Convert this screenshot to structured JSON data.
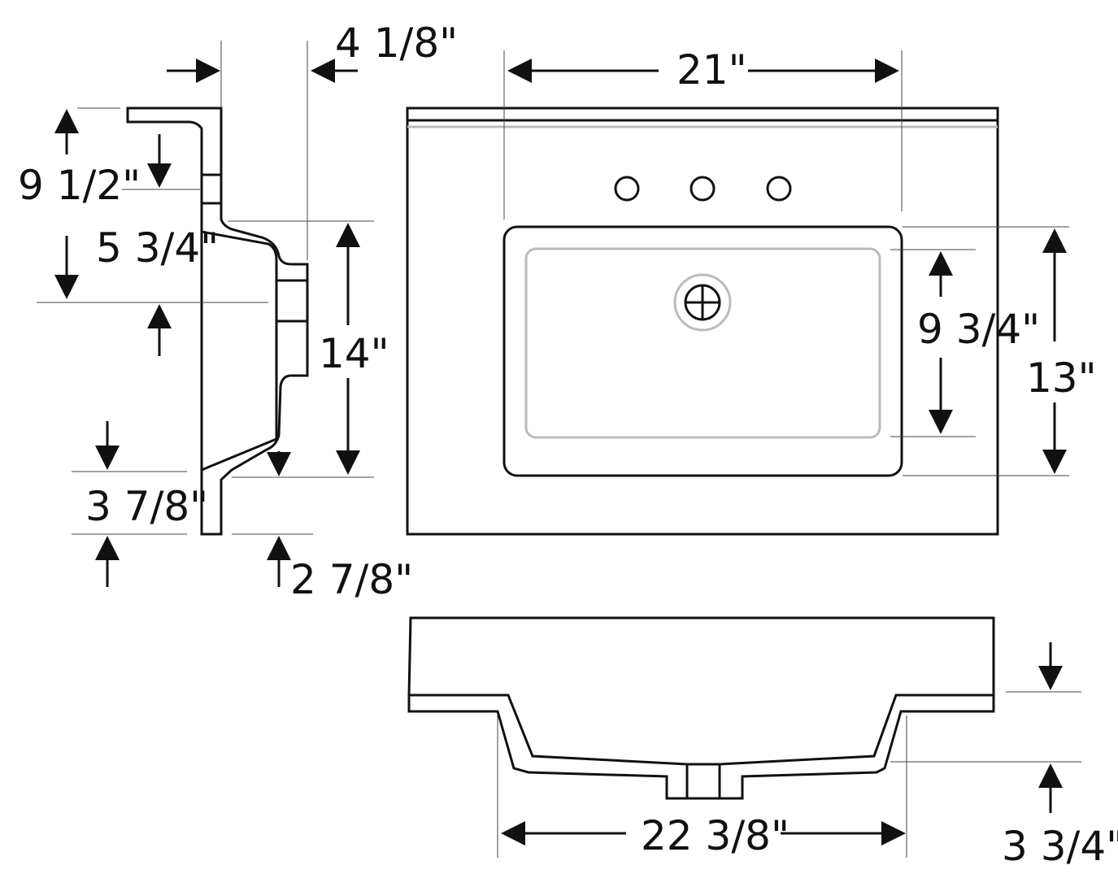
{
  "dimensions": {
    "side_top_offset": "4 1/8\"",
    "side_height": "9 1/2\"",
    "side_bowl_offset": "5 3/4\"",
    "side_bowl_depth": "14\"",
    "side_bottom_offset": "3 7/8\"",
    "side_lower_offset": "2 7/8\"",
    "plan_width": "21\"",
    "plan_bowl_inner_depth": "9 3/4\"",
    "plan_bowl_outer_depth": "13\"",
    "front_bowl_width": "22 3/8\"",
    "front_height": "3 3/4\""
  }
}
